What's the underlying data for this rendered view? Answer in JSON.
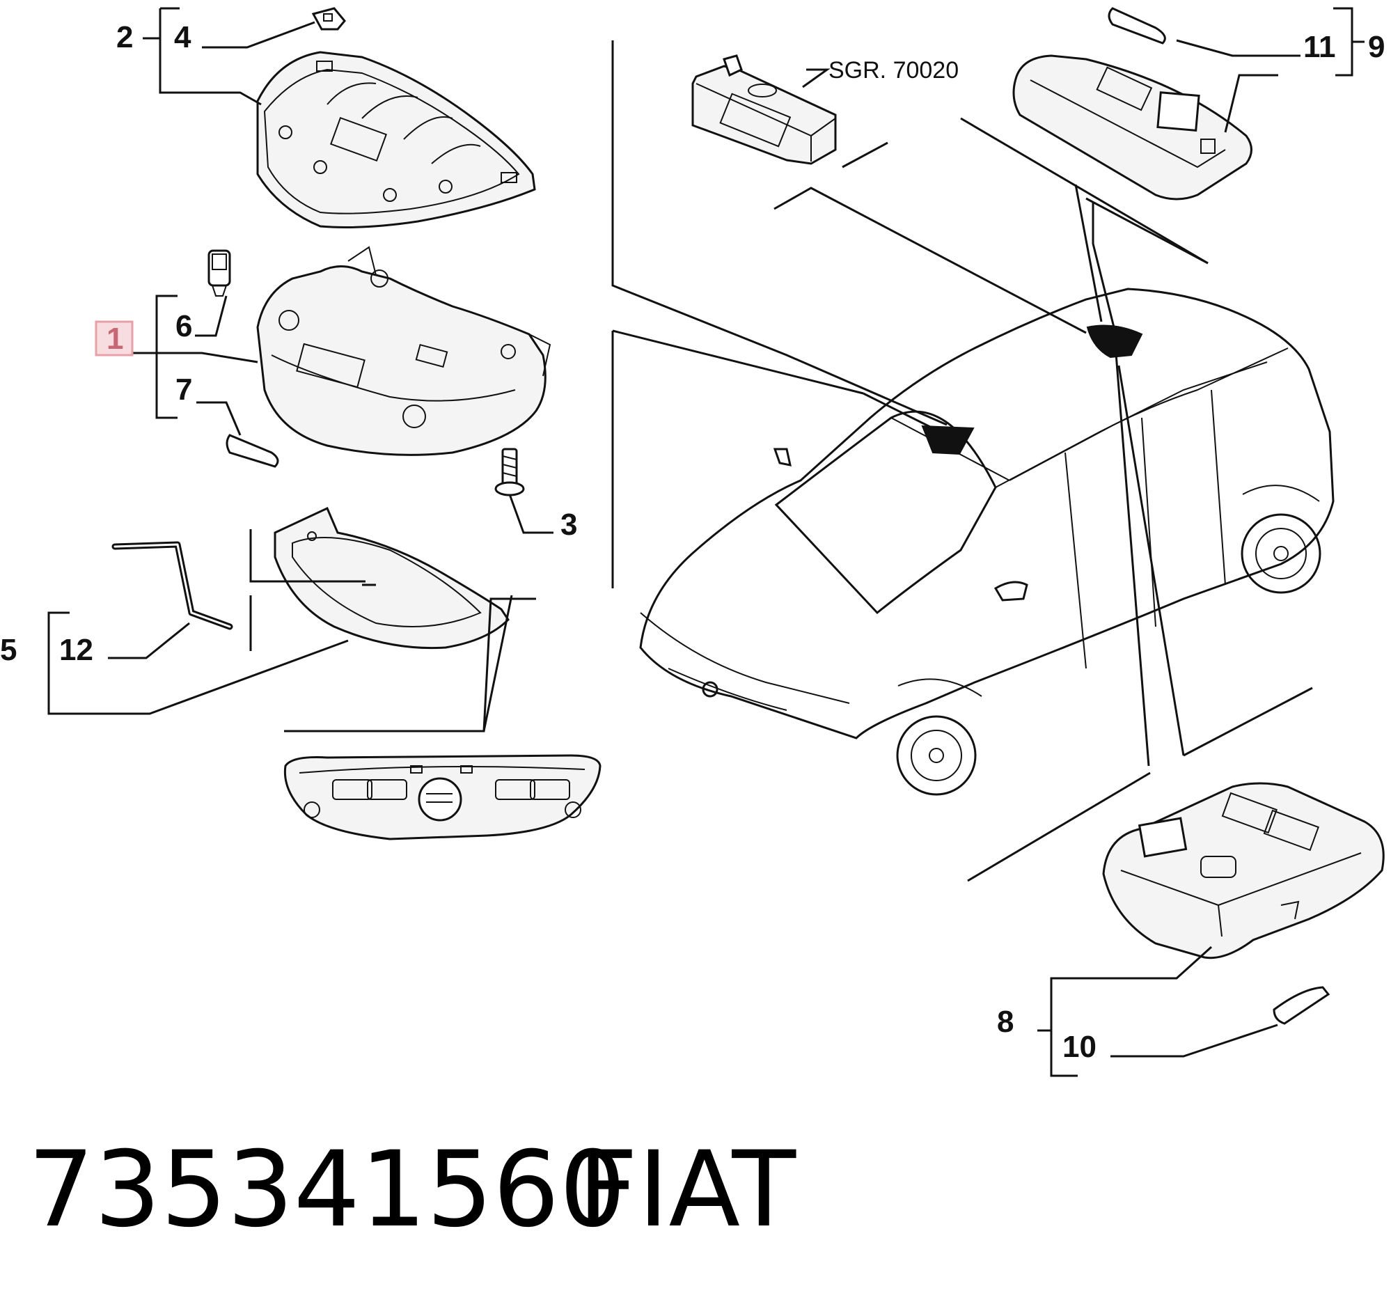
{
  "diagram": {
    "callouts": {
      "c1": "1",
      "c2": "2",
      "c3": "3",
      "c4": "4",
      "c5": "5",
      "c6": "6",
      "c7": "7",
      "c8": "8",
      "c9": "9",
      "c10": "10",
      "c11": "11",
      "c12": "12"
    },
    "note": "SGR. 70020",
    "highlight_color": "#e8a0a8"
  },
  "footer": {
    "part_number": "735341560",
    "brand": "FIAT"
  }
}
